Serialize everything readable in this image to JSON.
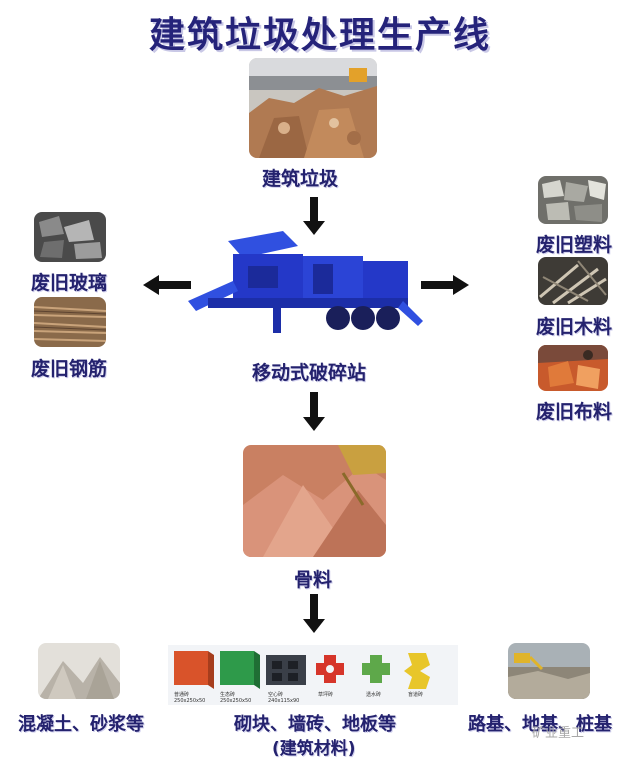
{
  "title": "建筑垃圾处理生产线",
  "source": {
    "label": "建筑垃圾"
  },
  "machine": {
    "label": "移动式破碎站"
  },
  "left_outputs": [
    {
      "label": "废旧玻璃"
    },
    {
      "label": "废旧钢筋"
    }
  ],
  "right_outputs": [
    {
      "label": "废旧塑料"
    },
    {
      "label": "废旧木料"
    },
    {
      "label": "废旧布料"
    }
  ],
  "aggregate": {
    "label": "骨料"
  },
  "products": [
    {
      "label": "混凝土、砂浆等"
    },
    {
      "label": "砌块、墙砖、地板等",
      "sub_label": "(建筑材料)"
    },
    {
      "label": "路基、地基、桩基"
    }
  ],
  "brick_captions": [
    "普通砖",
    "生态砖",
    "空心砖",
    "草坪砖",
    "透水砖",
    "盲道砖"
  ],
  "brick_sizes": [
    "250x250x50",
    "250x250x50",
    "240x115x90"
  ],
  "watermark": "矿业重工",
  "colors": {
    "title": "#25237a",
    "label": "#24226e",
    "machine": "#2438c8",
    "arrow": "#111111"
  }
}
